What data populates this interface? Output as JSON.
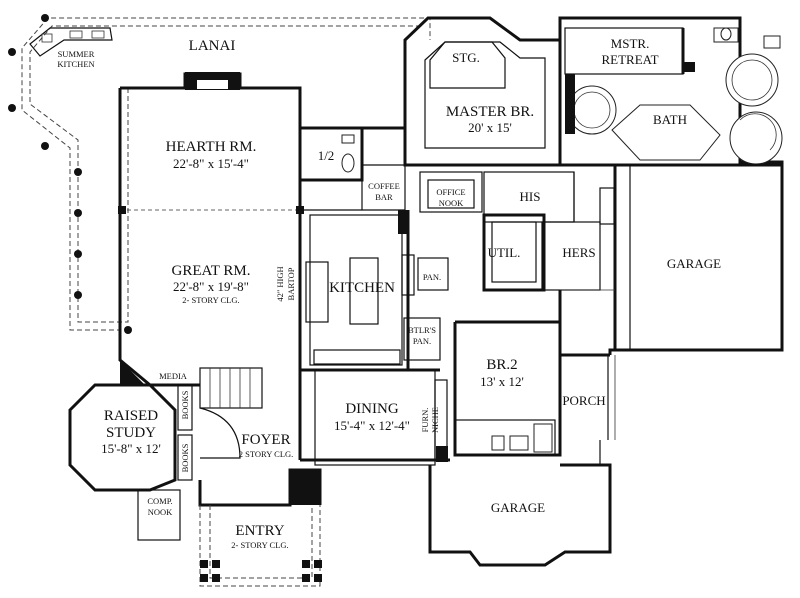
{
  "rooms": {
    "lanai": "LANAI",
    "summer_kitchen_1": "SUMMER",
    "summer_kitchen_2": "KITCHEN",
    "stg": "STG.",
    "master_br": "MASTER BR.",
    "master_br_dim": "20' x 15'",
    "mstr_retreat_1": "MSTR.",
    "mstr_retreat_2": "RETREAT",
    "bath": "BATH",
    "hearth_rm": "HEARTH RM.",
    "hearth_rm_dim": "22'-8\" x 15'-4\"",
    "half_bath": "1/2",
    "coffee_bar_1": "COFFEE",
    "coffee_bar_2": "BAR",
    "office_nook_1": "OFFICE",
    "office_nook_2": "NOOK",
    "his": "HIS",
    "util": "UTIL.",
    "hers": "HERS",
    "garage_main": "GARAGE",
    "great_rm": "GREAT RM.",
    "great_rm_dim": "22'-8\" x 19'-8\"",
    "great_rm_note": "2- STORY CLG.",
    "bartop_1": "42\" HIGH",
    "bartop_2": "BARTOP",
    "kitchen": "KITCHEN",
    "pan": "PAN.",
    "btlr_pan_1": "BTLR'S",
    "btlr_pan_2": "PAN.",
    "br2": "BR.2",
    "br2_dim": "13' x 12'",
    "porch": "PORCH",
    "media": "MEDIA",
    "raised_study_1": "RAISED",
    "raised_study_2": "STUDY",
    "raised_study_dim": "15'-8\" x 12'",
    "books_1": "BOOKS",
    "books_2": "BOOKS",
    "foyer": "FOYER",
    "foyer_note": "2 STORY CLG.",
    "dining": "DINING",
    "dining_dim": "15'-4\" x 12'-4\"",
    "furn_niche_1": "FURN.",
    "furn_niche_2": "NICHE",
    "comp_nook_1": "COMP.",
    "comp_nook_2": "NOOK",
    "garage_front": "GARAGE",
    "entry": "ENTRY",
    "entry_note": "2- STORY CLG."
  }
}
